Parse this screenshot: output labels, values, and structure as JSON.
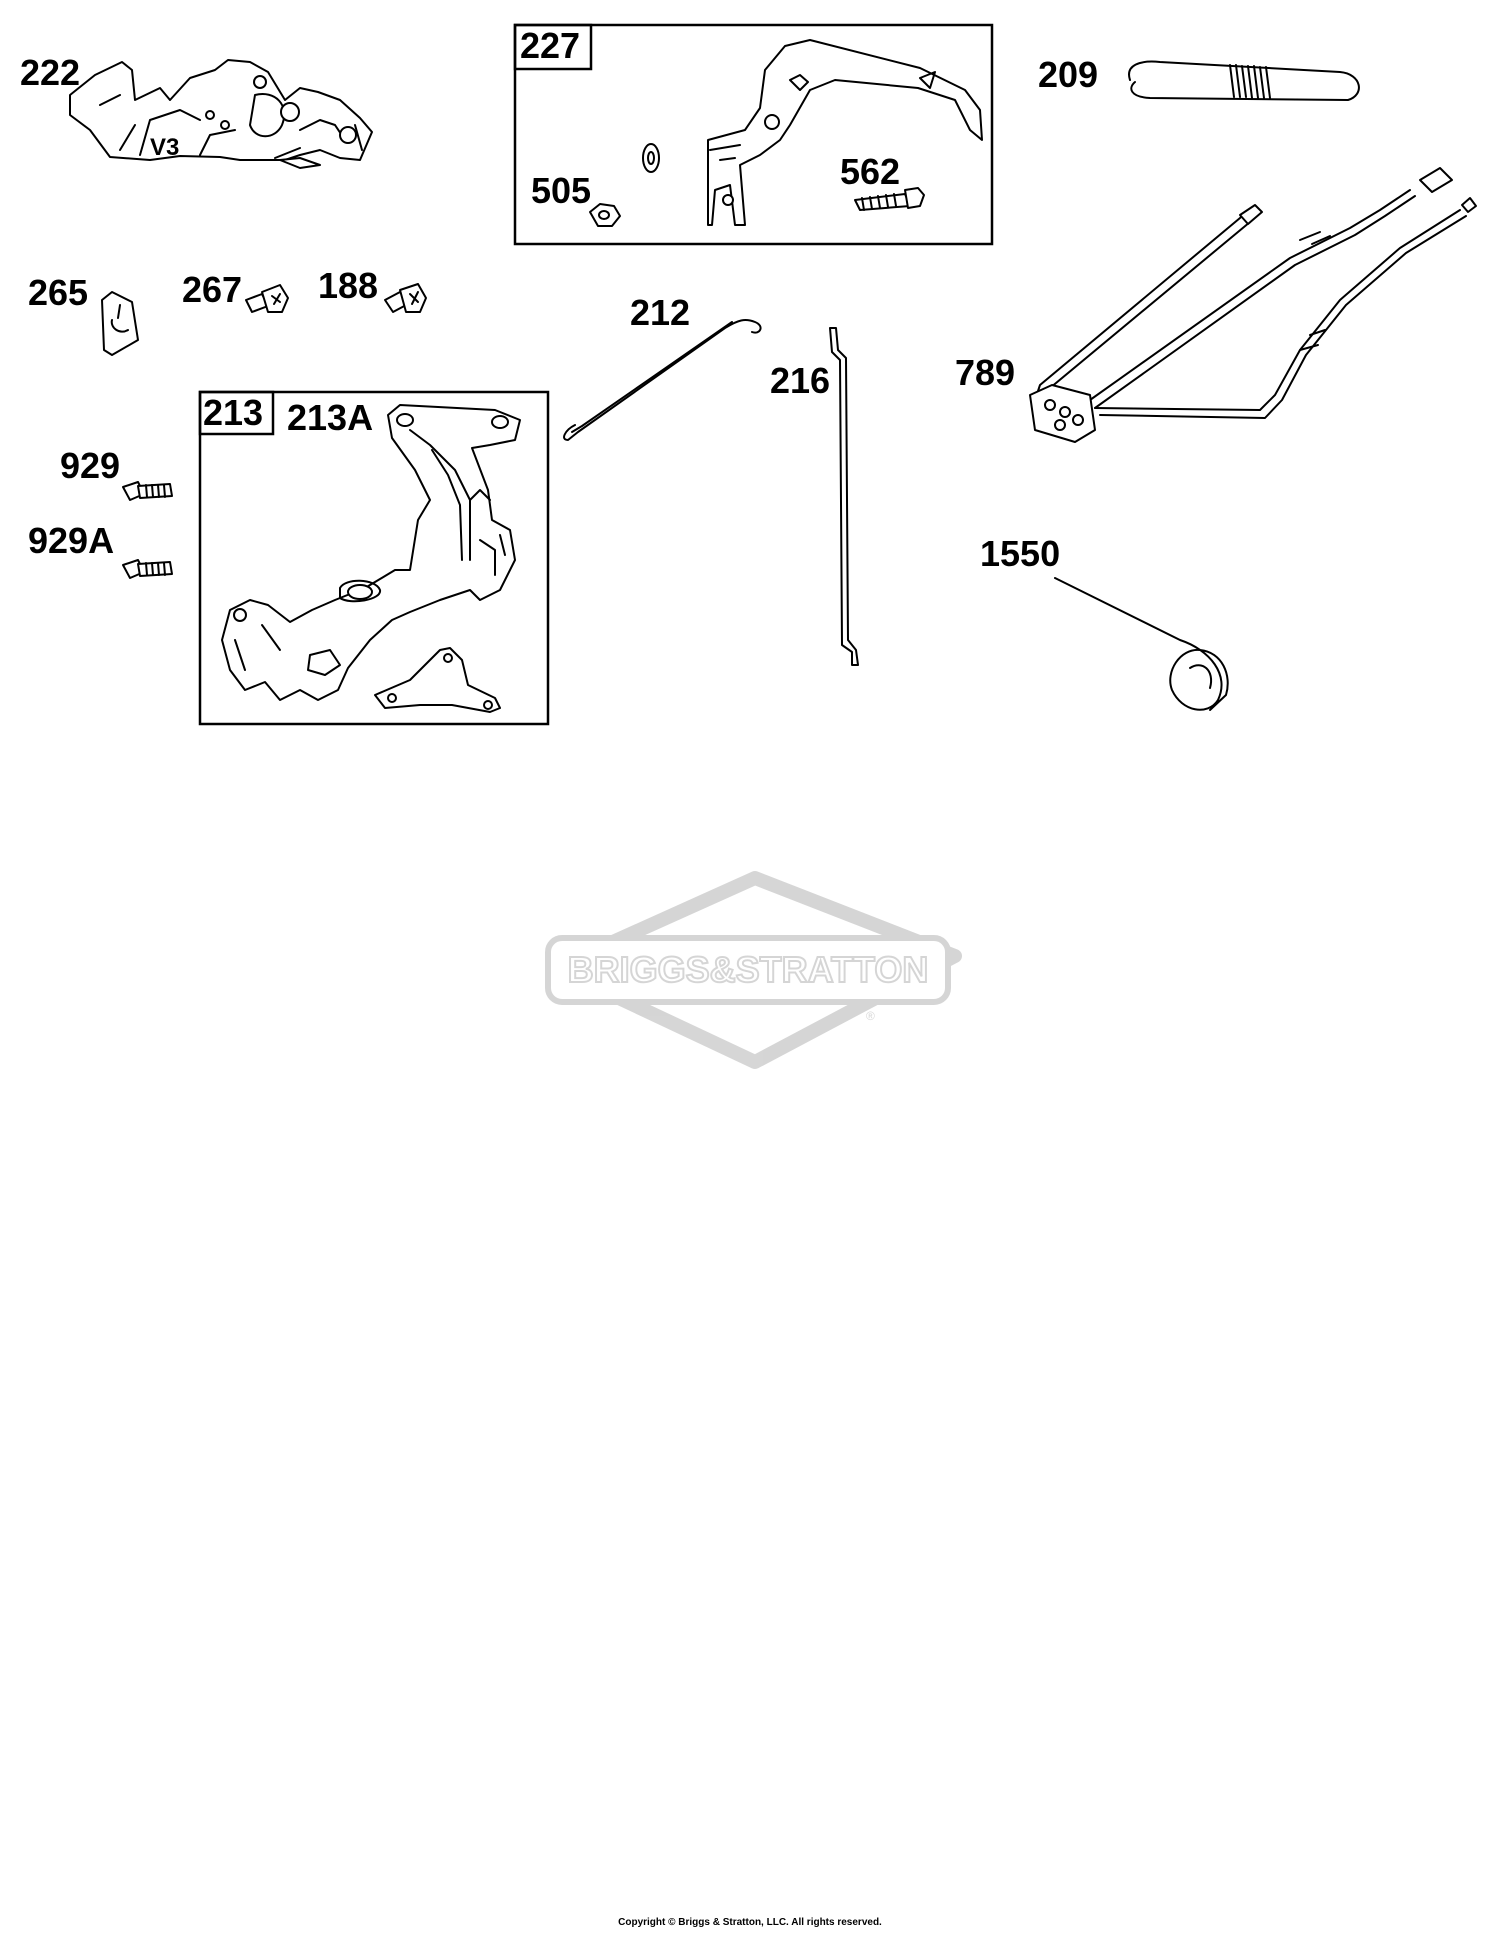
{
  "callouts": {
    "p222": "222",
    "v3": "V3",
    "p227": "227",
    "p505": "505",
    "p562": "562",
    "p209": "209",
    "p265": "265",
    "p267": "267",
    "p188": "188",
    "p212": "212",
    "p216": "216",
    "p789": "789",
    "p213": "213",
    "p213a": "213A",
    "p929": "929",
    "p929a": "929A",
    "p1550": "1550"
  },
  "watermark": {
    "text": "BRIGGS&STRATTON",
    "mark": "®"
  },
  "footer": {
    "copyright": "Copyright © Briggs & Stratton, LLC. All rights reserved."
  }
}
